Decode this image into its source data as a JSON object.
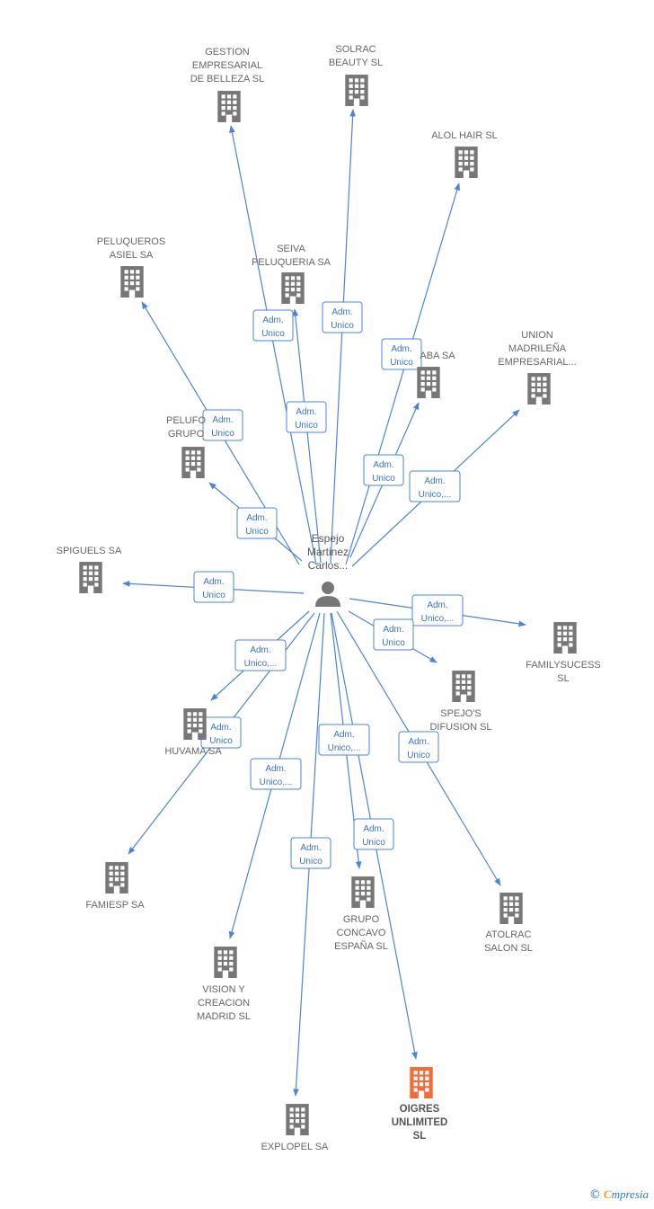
{
  "center": {
    "label_lines": [
      "Espejo",
      "Martinez",
      "Carlos..."
    ],
    "icon": "person-icon"
  },
  "colors": {
    "edge": "#4a86d8",
    "building": "#777777",
    "building_focus": "#f26b3a",
    "person": "#777777"
  },
  "nodes": [
    {
      "id": "gestion",
      "lines": [
        "GESTION",
        "EMPRESARIAL",
        "DE BELLEZA SL"
      ],
      "edge": [
        "Adm.",
        "Unico"
      ]
    },
    {
      "id": "solrac",
      "lines": [
        "SOLRAC",
        "BEAUTY  SL"
      ],
      "edge": [
        "Adm.",
        "Unico"
      ]
    },
    {
      "id": "alol",
      "lines": [
        "ALOL HAIR  SL"
      ],
      "edge": [
        "Adm.",
        "Unico"
      ]
    },
    {
      "id": "peluqueros",
      "lines": [
        "PELUQUEROS",
        "ASIEL SA"
      ],
      "edge": [
        "Adm.",
        "Unico"
      ]
    },
    {
      "id": "seiva",
      "lines": [
        "SEIVA",
        "PELUQUERIA SA"
      ],
      "edge": [
        "Adm.",
        "Unico"
      ]
    },
    {
      "id": "aba",
      "lines": [
        "ABA SA"
      ],
      "edge": [
        "Adm.",
        "Unico"
      ]
    },
    {
      "id": "union",
      "lines": [
        "UNION",
        "MADRILEÑA",
        "EMPRESARIAL..."
      ],
      "edge": [
        "Adm.",
        "Unico,..."
      ]
    },
    {
      "id": "pelufo",
      "lines": [
        "PELUFO",
        "GRUPO"
      ],
      "edge": [
        "Adm.",
        "Unico"
      ]
    },
    {
      "id": "spiguels",
      "lines": [
        "SPIGUELS SA"
      ],
      "edge": [
        "Adm.",
        "Unico"
      ]
    },
    {
      "id": "familysucess",
      "lines": [
        "FAMILYSUCESS",
        "SL"
      ],
      "edge": [
        "Adm.",
        "Unico,..."
      ]
    },
    {
      "id": "spejos",
      "lines": [
        "SPEJO'S",
        "DIFUSION  SL"
      ],
      "edge": [
        "Adm.",
        "Unico"
      ]
    },
    {
      "id": "huvama",
      "lines": [
        "HUVAMA SA"
      ],
      "edge": [
        "Adm.",
        "Unico,..."
      ]
    },
    {
      "id": "famiesp",
      "lines": [
        "FAMIESP SA"
      ],
      "edge": [
        "Adm.",
        "Unico"
      ]
    },
    {
      "id": "vision",
      "lines": [
        "VISION Y",
        "CREACION",
        "MADRID  SL"
      ],
      "edge": [
        "Adm.",
        "Unico,..."
      ]
    },
    {
      "id": "grupo",
      "lines": [
        "GRUPO",
        "CONCAVO",
        "ESPAÑA  SL"
      ],
      "edge": [
        "Adm.",
        "Unico,..."
      ]
    },
    {
      "id": "atolrac",
      "lines": [
        "ATOLRAC",
        "SALON  SL"
      ],
      "edge": [
        "Adm.",
        "Unico"
      ]
    },
    {
      "id": "explopel",
      "lines": [
        "EXPLOPEL SA"
      ],
      "edge": [
        "Adm.",
        "Unico"
      ]
    },
    {
      "id": "oigres",
      "lines": [
        "OIGRES",
        "UNLIMITED",
        "SL"
      ],
      "edge": [
        "Adm.",
        "Unico"
      ],
      "focus": true
    }
  ],
  "watermark": {
    "copyright": "©",
    "brand_first": "C",
    "brand_rest": "mpresia"
  }
}
